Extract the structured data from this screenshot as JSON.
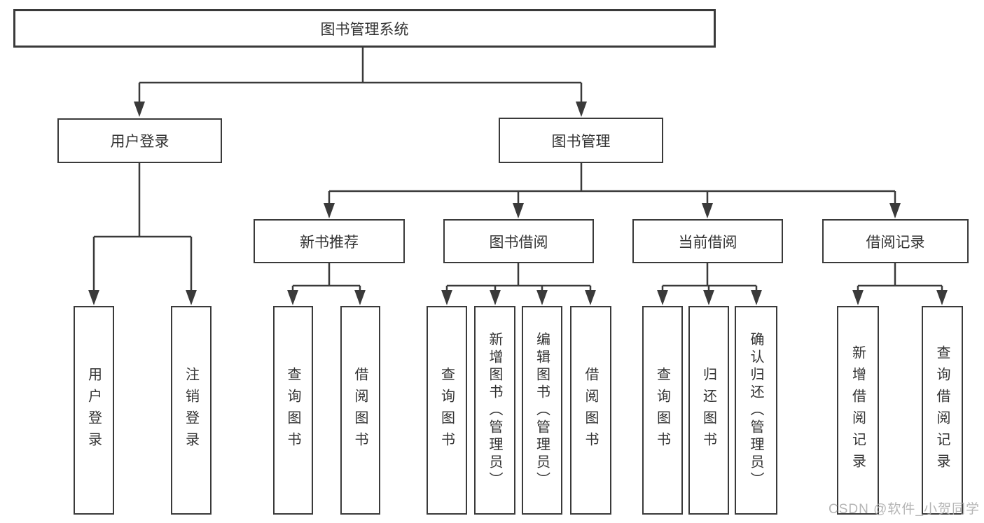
{
  "diagram": {
    "root": {
      "label": "图书管理系统"
    },
    "level2": [
      {
        "label": "用户登录"
      },
      {
        "label": "图书管理"
      }
    ],
    "level3": [
      {
        "label": "新书推荐"
      },
      {
        "label": "图书借阅"
      },
      {
        "label": "当前借阅"
      },
      {
        "label": "借阅记录"
      }
    ],
    "leaves": [
      {
        "label": "用户登录"
      },
      {
        "label": "注销登录"
      },
      {
        "label": "查询图书"
      },
      {
        "label": "借阅图书"
      },
      {
        "label": "查询图书"
      },
      {
        "label": "新增图书（管理员）"
      },
      {
        "label": "编辑图书（管理员）"
      },
      {
        "label": "借阅图书"
      },
      {
        "label": "查询图书"
      },
      {
        "label": "归还图书"
      },
      {
        "label": "确认归还（管理员）"
      },
      {
        "label": "新增借阅记录"
      },
      {
        "label": "查询借阅记录"
      }
    ],
    "line_color": "#3a3a3a",
    "text_color": "#333333",
    "background": "#ffffff"
  },
  "watermark": {
    "text": "CSDN @软件_小贺同学",
    "color": "#a9a9a9"
  }
}
